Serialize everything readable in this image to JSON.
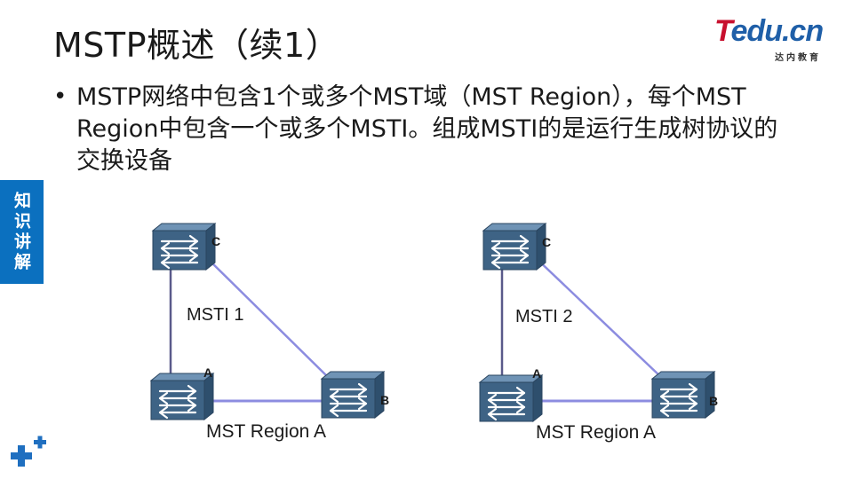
{
  "slide": {
    "title": "MSTP概述（续1）",
    "side_tab_label": "知识讲解",
    "bullet_text": "MSTP网络中包含1个或多个MST域（MST Region），每个MST Region中包含一个或多个MSTI。组成MSTI的是运行生成树协议的交换设备"
  },
  "logo": {
    "mark_t": "T",
    "mark_rest": "edu.cn",
    "subtitle": "达内教育"
  },
  "diagrams": [
    {
      "instance_label": "MSTI 1",
      "region_label": "MST Region A",
      "switch_labels": {
        "c": "C",
        "a": "A",
        "b": "B"
      }
    },
    {
      "instance_label": "MSTI 2",
      "region_label": "MST Region A",
      "switch_labels": {
        "c": "C",
        "a": "A",
        "b": "B"
      }
    }
  ],
  "colors": {
    "link": "#8c8ce0",
    "link_dark": "#5a5a8a",
    "switch_fill": "#3e6385",
    "switch_side": "#2e4f6d",
    "side_tab": "#0b70bf",
    "plus": "#1f6fc0"
  }
}
